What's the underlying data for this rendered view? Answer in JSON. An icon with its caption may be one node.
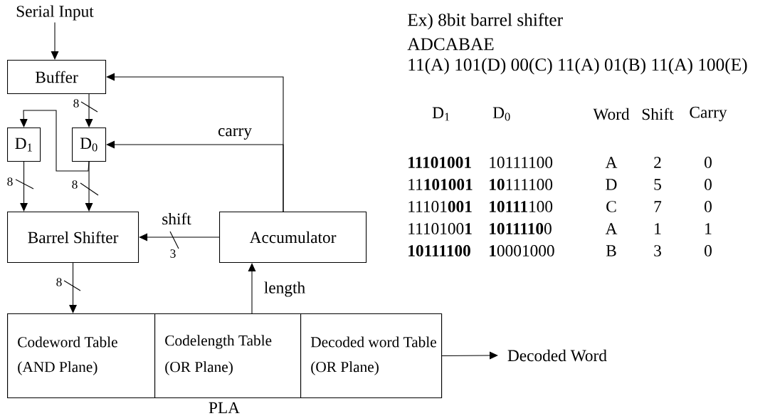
{
  "diagram": {
    "nodes": [
      {
        "text": [
          "Serial Input"
        ]
      },
      {
        "text": [
          "Buffer"
        ]
      },
      {
        "text": [
          "D$_{1}$"
        ]
      },
      {
        "text": [
          "D$_{0}$"
        ]
      },
      {
        "text": [
          "Barrel Shifter"
        ]
      },
      {
        "text": [
          "Accumulator"
        ]
      },
      {
        "text": [
          "PLA"
        ]
      },
      {
        "text": [
          "Codeword Table",
          "(AND Plane)"
        ],
        "in": 6
      },
      {
        "text": [
          "Codelength Table",
          "(OR Plane)"
        ],
        "in": 6
      },
      {
        "text": [
          "Decoded word Table",
          "(OR Plane)"
        ],
        "in": 6
      },
      {
        "text": [
          "Decoded Word"
        ]
      }
    ],
    "edges": [
      {
        "from": 0,
        "to": 1,
        "arrow": "to"
      },
      {
        "from": 1,
        "to": 3,
        "arrow": "to"
      },
      {
        "from": 3,
        "to": 2,
        "arrow": "to"
      },
      {
        "from": 2,
        "to": 4,
        "arrow": "to"
      },
      {
        "from": 3,
        "to": 4,
        "arrow": "to"
      },
      {
        "from": 5,
        "to": 1,
        "arrow": "to"
      },
      {
        "from": 5,
        "to": 3,
        "arrow": "to",
        "label": "carry"
      },
      {
        "from": 5,
        "to": 4,
        "arrow": "to",
        "label": "shift"
      },
      {
        "from": 4,
        "to": 7,
        "arrow": "to"
      },
      {
        "from": 8,
        "to": 5,
        "arrow": "to",
        "label": "length"
      },
      {
        "from": 9,
        "to": 10,
        "arrow": "to"
      }
    ],
    "labels": [
      "8",
      "8",
      "8",
      "3",
      "8",
      "Ex) 8bit barrel shifter",
      "ADCABAE",
      "11(A) 101(D) 00(C) 11(A) 01(B) 11(A) 100(E)",
      "D$_{1}$",
      "D$_{0}$",
      "Word",
      "Shift",
      "Carry",
      "**11101001**",
      "10111100",
      "A",
      "2",
      "0",
      "11**101001**",
      "**10**111100",
      "D",
      "5",
      "0",
      "11101**001**",
      "**10111**100",
      "C",
      "7",
      "0",
      "1110100**1**",
      "**1011110**0",
      "A",
      "1",
      "1",
      "**10111100**",
      "**1**0001000",
      "B",
      "3",
      "0"
    ]
  }
}
